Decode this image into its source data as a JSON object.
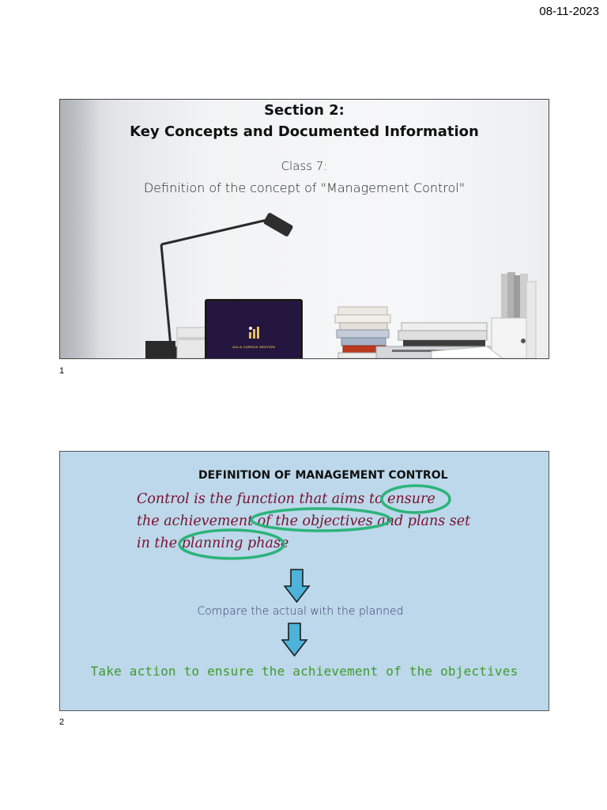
{
  "header": {
    "date": "08-11-2023"
  },
  "slide1": {
    "title_line1": "Section 2:",
    "title_line2": "Key Concepts and Documented Information",
    "class_label": "Class 7:",
    "class_title": "Definition of the concept of \"Management Control\"",
    "laptop_logo_text": "AULA CURSOS GESTIÓN",
    "page_number": "1"
  },
  "slide2": {
    "heading": "DEFINITION OF MANAGEMENT CONTROL",
    "definition_lines": [
      "Control is the function that aims to ensure",
      "the achievement of the objectives and plans set",
      "in the planning phase"
    ],
    "step1": "Compare the actual with the planned",
    "step2": "Take action to ensure the achievement of the objectives",
    "page_number": "2",
    "colors": {
      "background": "#bcd8ea",
      "definition": "#7a1030",
      "highlight": "#2db37a",
      "action": "#3f9a2b",
      "arrow": "#4db3d8"
    }
  }
}
